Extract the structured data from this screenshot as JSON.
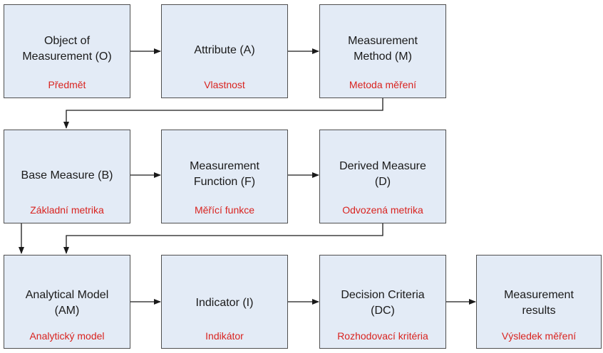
{
  "diagram": {
    "nodes": {
      "object": {
        "title": "Object of\nMeasurement (O)",
        "subtitle": "Předmět"
      },
      "attribute": {
        "title": "Attribute (A)",
        "subtitle": "Vlastnost"
      },
      "method": {
        "title": "Measurement\nMethod (M)",
        "subtitle": "Metoda měření"
      },
      "base": {
        "title": "Base Measure (B)",
        "subtitle": "Základní metrika"
      },
      "function": {
        "title": "Measurement\nFunction (F)",
        "subtitle": "Měřící funkce"
      },
      "derived": {
        "title": "Derived Measure\n(D)",
        "subtitle": "Odvozená metrika"
      },
      "analytical": {
        "title": "Analytical Model\n(AM)",
        "subtitle": "Analytický model"
      },
      "indicator": {
        "title": "Indicator (I)",
        "subtitle": "Indikátor"
      },
      "decision": {
        "title": "Decision Criteria\n(DC)",
        "subtitle": "Rozhodovací kritéria"
      },
      "results": {
        "title": "Measurement\nresults",
        "subtitle": "Výsledek měření"
      }
    },
    "colors": {
      "box_fill": "#e3ebf6",
      "box_border": "#4f4f4f",
      "subtitle_text": "#d9231f",
      "title_text": "#1a1a1a",
      "connector": "#1a1a1a"
    }
  }
}
